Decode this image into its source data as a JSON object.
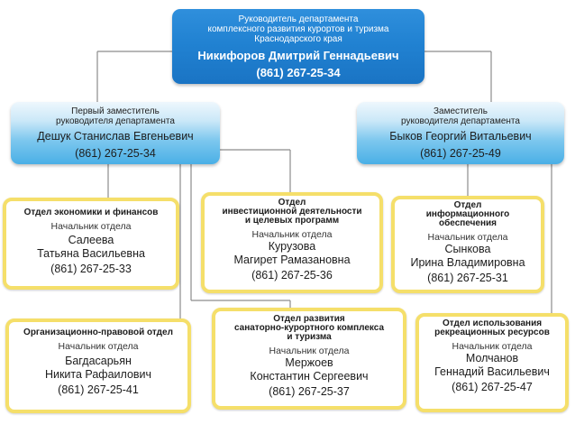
{
  "head": {
    "title_lines": [
      "Руководитель департамента",
      "комплексного развития курортов и туризма",
      "Краснодарского края"
    ],
    "name": "Никифоров Дмитрий Геннадьевич",
    "phone": "(861) 267-25-34"
  },
  "deputies": [
    {
      "title_lines": [
        "Первый заместитель",
        "руководителя департамента"
      ],
      "name": "Дешук Станислав Евгеньевич",
      "phone": "(861) 267-25-34"
    },
    {
      "title_lines": [
        "Заместитель",
        "руководителя департамента"
      ],
      "name": "Быков Георгий Витальевич",
      "phone": "(861) 267-25-49"
    }
  ],
  "departments": [
    {
      "name_lines": [
        "Отдел экономики и финансов"
      ],
      "role": "Начальник отдела",
      "person_lines": [
        "Салеева",
        "Татьяна Васильевна"
      ],
      "phone": "(861) 267-25-33"
    },
    {
      "name_lines": [
        "Отдел",
        "инвестиционной деятельности",
        "и целевых программ"
      ],
      "role": "Начальник отдела",
      "person_lines": [
        "Курузова",
        "Магирет Рамазановна"
      ],
      "phone": "(861) 267-25-36"
    },
    {
      "name_lines": [
        "Отдел",
        "информационного",
        "обеспечения"
      ],
      "role": "Начальник отдела",
      "person_lines": [
        "Сынкова",
        "Ирина Владимировна"
      ],
      "phone": "(861) 267-25-31"
    },
    {
      "name_lines": [
        "Организационно-правовой отдел"
      ],
      "role": "Начальник отдела",
      "person_lines": [
        "Багдасарьян",
        "Никита Рафаилович"
      ],
      "phone": "(861) 267-25-41"
    },
    {
      "name_lines": [
        "Отдел развития",
        "санаторно-курортного комплекса",
        "и туризма"
      ],
      "role": "Начальник отдела",
      "person_lines": [
        "Мержоев",
        "Константин Сергеевич"
      ],
      "phone": "(861) 267-25-37"
    },
    {
      "name_lines": [
        "Отдел использования",
        "рекреационных ресурсов"
      ],
      "role": "Начальник отдела",
      "person_lines": [
        "Молчанов",
        "Геннадий Васильевич"
      ],
      "phone": "(861) 267-25-47"
    }
  ],
  "colors": {
    "head_fill": "#1f7fd0",
    "deputy_fill": "#6fc2ec",
    "department_border": "#f5df6a",
    "connector": "#8c8c8c"
  }
}
